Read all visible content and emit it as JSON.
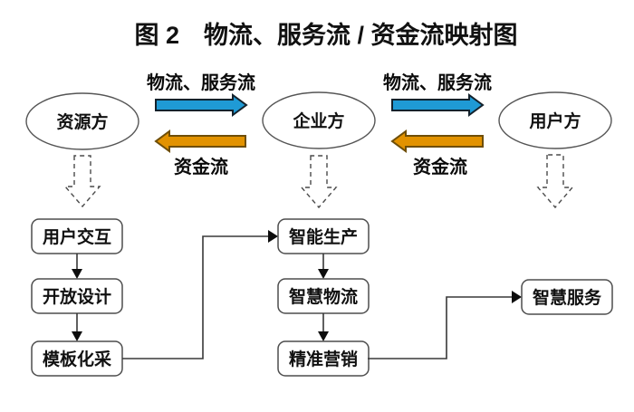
{
  "title": "图 2　物流、服务流 / 资金流映射图",
  "entities": {
    "resource": "资源方",
    "enterprise": "企业方",
    "user": "用户方"
  },
  "flows": {
    "logistics_service": "物流、服务流",
    "capital": "资金流"
  },
  "process": {
    "left": [
      "用户交互",
      "开放设计",
      "模板化采"
    ],
    "middle": [
      "智能生产",
      "智慧物流",
      "精准营销"
    ],
    "right": [
      "智慧服务"
    ]
  },
  "colors": {
    "flow_arrow_blue": "#1f9ad5",
    "flow_arrow_orange": "#e29200",
    "box_border": "#4d4d4d",
    "connector_line": "#383838",
    "text": "#111111",
    "background": "#ffffff"
  }
}
